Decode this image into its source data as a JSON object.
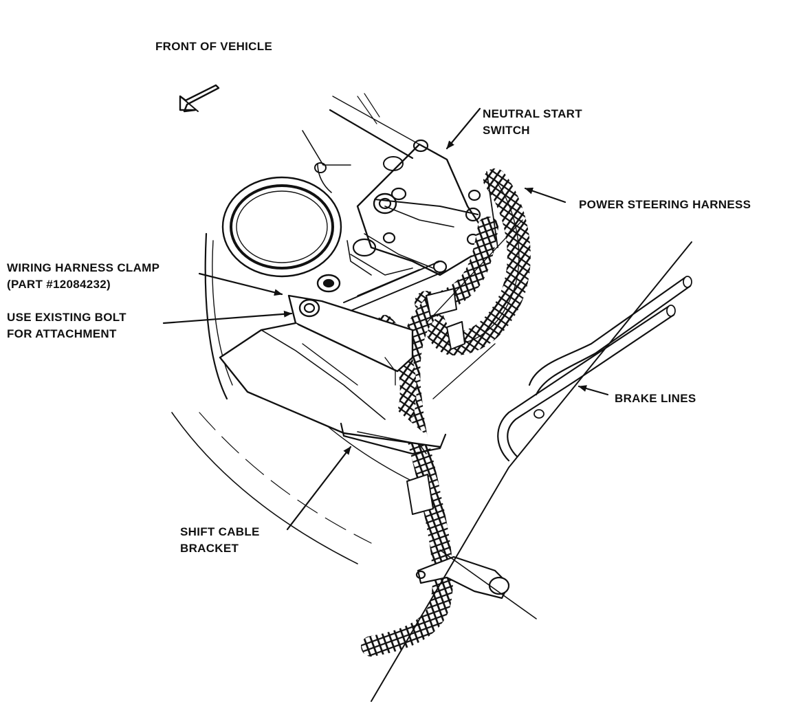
{
  "labels": {
    "front_of_vehicle": "FRONT OF VEHICLE",
    "neutral_start_switch": [
      "NEUTRAL START",
      "SWITCH"
    ],
    "power_steering_harness": "POWER STEERING HARNESS",
    "wiring_harness_clamp": [
      "WIRING HARNESS CLAMP",
      "(PART #12084232)"
    ],
    "use_existing_bolt": [
      "USE EXISTING BOLT",
      "FOR ATTACHMENT"
    ],
    "brake_lines": "BRAKE LINES",
    "shift_cable_bracket": [
      "SHIFT CABLE",
      "BRACKET"
    ]
  },
  "colors": {
    "ink": "#111111",
    "paper": "#ffffff"
  }
}
